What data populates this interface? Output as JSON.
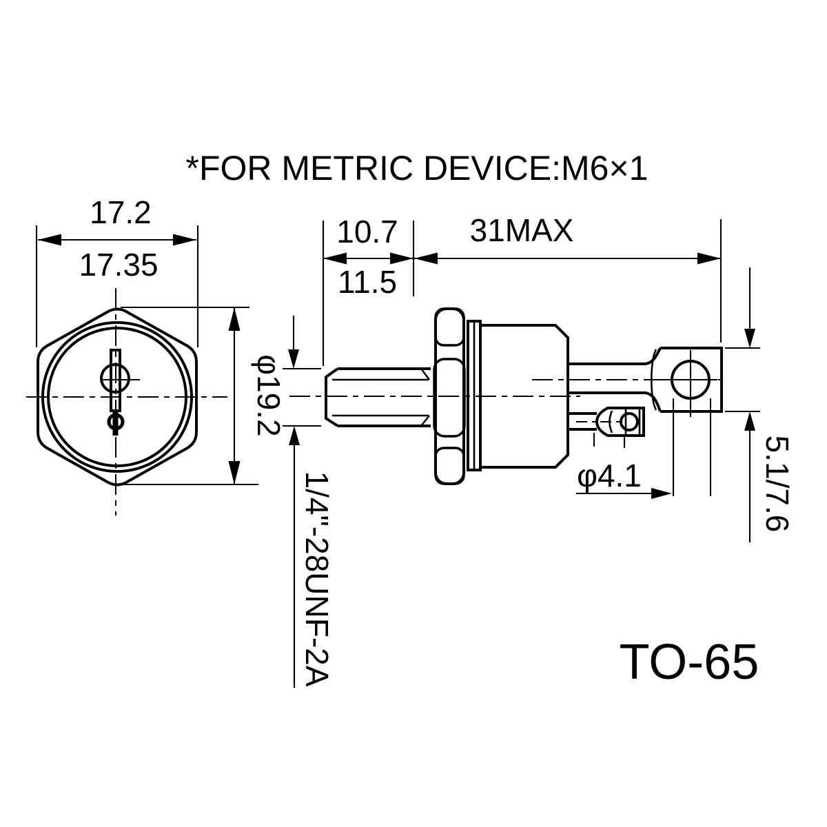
{
  "title": "*FOR METRIC DEVICE:M6×1",
  "package_name": "TO-65",
  "colors": {
    "ink": "#000000",
    "paper": "#ffffff"
  },
  "front_view": {
    "dim_across_flats_primary": "17.2",
    "dim_across_flats_secondary": "17.35",
    "dim_flange_diameter": "φ19.2"
  },
  "side_view": {
    "dim_stud_length_primary": "10.7",
    "dim_stud_length_secondary": "11.5",
    "dim_overall_length": "31MAX",
    "thread_spec": "1/4\"-28UNF-2A",
    "dim_terminal_hole_diameter": "φ4.1",
    "dim_terminal_lug": "5.1/7.6"
  }
}
